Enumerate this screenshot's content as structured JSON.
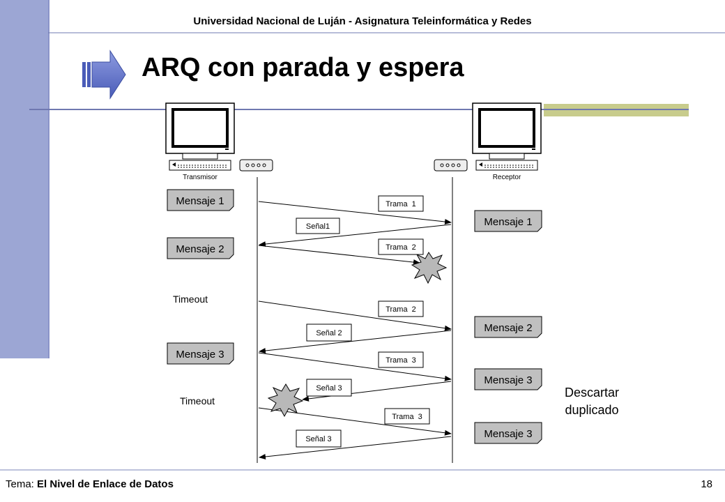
{
  "header": {
    "text": "Universidad Nacional de Luján - Asignatura Teleinformática y Redes"
  },
  "title": "ARQ con parada y espera",
  "footer": {
    "label": "Tema: ",
    "topic": "El Nivel de Enlace de Datos",
    "page": "18"
  },
  "colors": {
    "sidebar": "#9ca6d4",
    "rule": "#7b84b8",
    "accent_bar": "#c8cc8c",
    "box_fill": "#c0c0c0",
    "arrow_blue": "#5c6fc8",
    "burst_fill": "#b8b8b8"
  },
  "diagram": {
    "transmitter_label": "Transmisor",
    "receiver_label": "Receptor",
    "sender_boxes": [
      "Mensaje 1",
      "Mensaje 2",
      "Mensaje 3"
    ],
    "receiver_boxes": [
      "Mensaje 1",
      "Mensaje 2",
      "Mensaje 3",
      "Mensaje 3"
    ],
    "timeouts": [
      "Timeout",
      "Timeout"
    ],
    "frames": [
      "Trama  1",
      "Trama  2",
      "Trama  2",
      "Trama  3",
      "Trama  3"
    ],
    "acks": [
      "Señal1",
      "Señal 2",
      "Señal 3",
      "Señal 3"
    ],
    "note_line1": "Descartar",
    "note_line2": "duplicado"
  }
}
